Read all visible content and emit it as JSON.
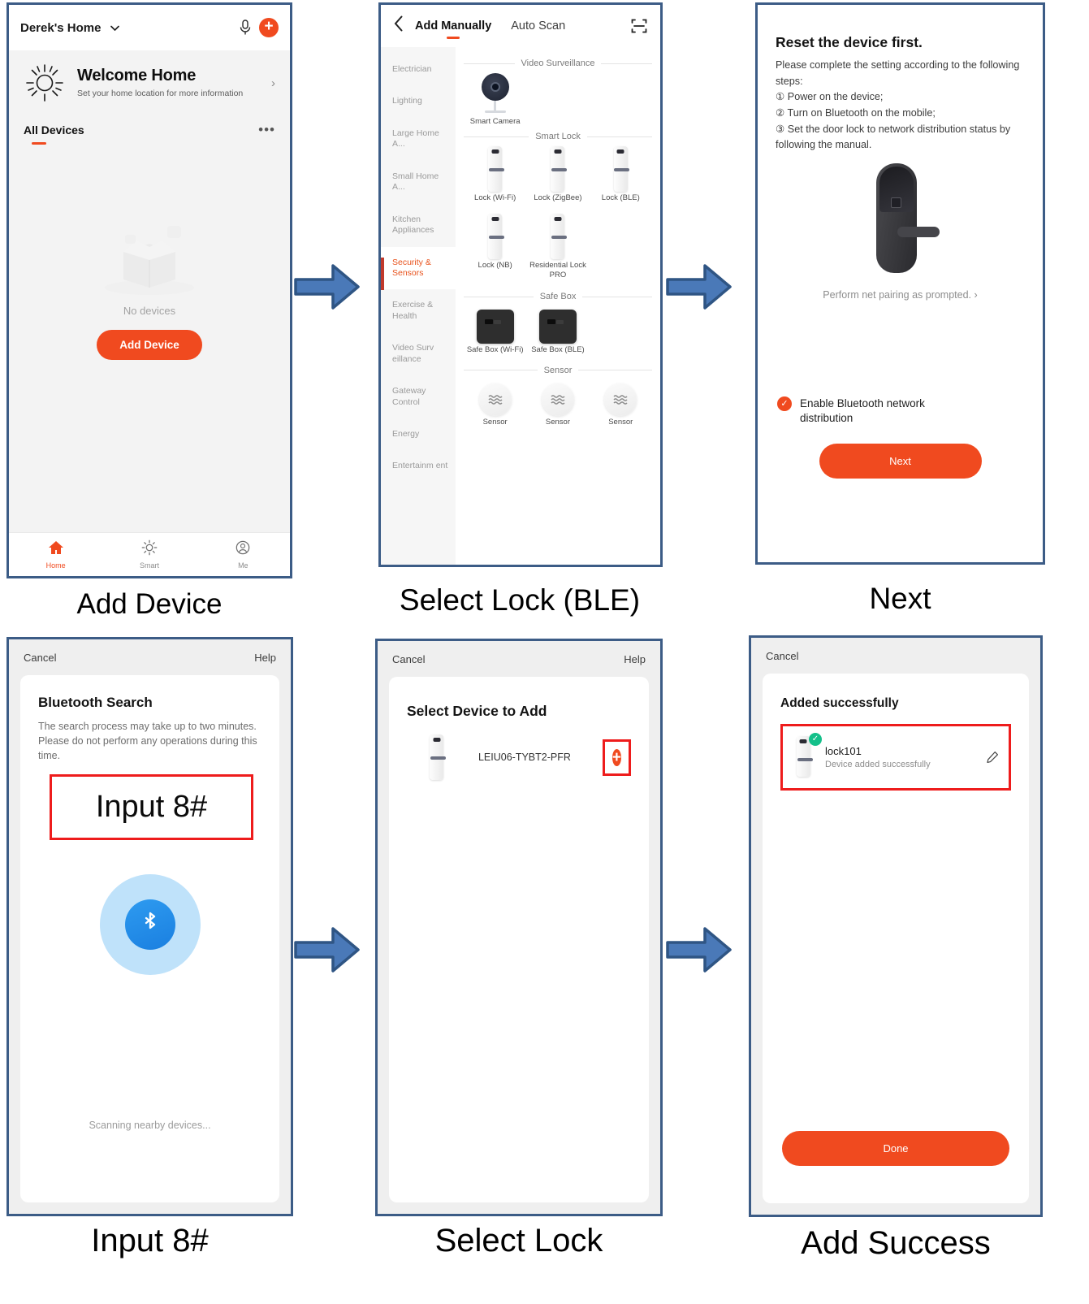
{
  "panels": {
    "home": {
      "caption": "Add Device",
      "topbar": {
        "home_name": "Derek's Home",
        "chevron": "⌄",
        "mic_icon": "mic-icon",
        "add_icon": "+"
      },
      "welcome": {
        "title": "Welcome Home",
        "subtitle": "Set your home location for more information",
        "chevron": "›"
      },
      "all_devices": {
        "label": "All Devices",
        "more": "•••"
      },
      "empty": {
        "text": "No devices",
        "button": "Add Device"
      },
      "nav": [
        {
          "label": "Home",
          "icon": "home-icon",
          "active": true
        },
        {
          "label": "Smart",
          "icon": "sun-icon",
          "active": false
        },
        {
          "label": "Me",
          "icon": "person-icon",
          "active": false
        }
      ]
    },
    "add_manually": {
      "caption": "Select Lock (BLE)",
      "topbar": {
        "back": "‹",
        "tab_manual": "Add Manually",
        "tab_auto": "Auto Scan",
        "scan_icon": "scan-frame-icon"
      },
      "categories": [
        {
          "label": "Electrician",
          "selected": false
        },
        {
          "label": "Lighting",
          "selected": false
        },
        {
          "label": "Large Home A...",
          "selected": false
        },
        {
          "label": "Small Home A...",
          "selected": false
        },
        {
          "label": "Kitchen Appliances",
          "selected": false
        },
        {
          "label": "Security & Sensors",
          "selected": true
        },
        {
          "label": "Exercise & Health",
          "selected": false
        },
        {
          "label": "Video Surv eillance",
          "selected": false
        },
        {
          "label": "Gateway Control",
          "selected": false
        },
        {
          "label": "Energy",
          "selected": false
        },
        {
          "label": "Entertainm ent",
          "selected": false
        }
      ],
      "sections": [
        {
          "title": "Video Surveillance",
          "items": [
            {
              "label": "Smart Camera",
              "art": "camera"
            }
          ]
        },
        {
          "title": "Smart Lock",
          "items": [
            {
              "label": "Lock (Wi-Fi)",
              "art": "lock"
            },
            {
              "label": "Lock (ZigBee)",
              "art": "lock"
            },
            {
              "label": "Lock (BLE)",
              "art": "lock"
            },
            {
              "label": "Lock (NB)",
              "art": "lock"
            },
            {
              "label": "Residential Lock PRO",
              "art": "lock"
            }
          ]
        },
        {
          "title": "Safe Box",
          "items": [
            {
              "label": "Safe Box (Wi-Fi)",
              "art": "safe"
            },
            {
              "label": "Safe Box (BLE)",
              "art": "safe"
            }
          ]
        },
        {
          "title": "Sensor",
          "items": [
            {
              "label": "Sensor",
              "art": "sensor"
            },
            {
              "label": "Sensor",
              "art": "sensor"
            },
            {
              "label": "Sensor",
              "art": "sensor"
            }
          ]
        }
      ]
    },
    "reset_device": {
      "caption": "Next",
      "title": "Reset the device first.",
      "body": "Please complete the setting according to the following steps:\n①  Power on the device;\n②  Turn on Bluetooth on the mobile;\n③  Set the door lock to network distribution status by following the manual.",
      "hint": "Perform net pairing as prompted.",
      "hint_chevron": "›",
      "checkbox": {
        "label": "Enable Bluetooth network distribution",
        "checked": true,
        "mark": "✓"
      },
      "button": "Next"
    },
    "bluetooth_search": {
      "caption": "Input 8#",
      "topbar": {
        "cancel": "Cancel",
        "help": "Help"
      },
      "title": "Bluetooth Search",
      "body": "The search process may take up to two minutes. Please do not perform any operations during this time.",
      "highlight_input": "Input 8#",
      "bluetooth_icon": "bluetooth-icon",
      "status": "Scanning nearby devices..."
    },
    "select_device": {
      "caption": "Select Lock",
      "topbar": {
        "cancel": "Cancel",
        "help": "Help"
      },
      "title": "Select Device to Add",
      "devices": [
        {
          "name": "LEIU06-TYBT2-PFR",
          "add_icon": "+"
        }
      ]
    },
    "add_success": {
      "caption": "Add Success",
      "topbar": {
        "cancel": "Cancel"
      },
      "title": "Added successfully",
      "device": {
        "name": "lock101",
        "status": "Device added successfully",
        "check_mark": "✓",
        "edit_icon": "pencil-icon"
      },
      "button": "Done"
    }
  },
  "flow_arrows": [
    {
      "name": "arrow-home-to-addmanually"
    },
    {
      "name": "arrow-addmanually-to-reset"
    },
    {
      "name": "arrow-bluetooth-to-selectdevice"
    },
    {
      "name": "arrow-selectdevice-to-success"
    }
  ],
  "colors": {
    "accent_orange": "#f04a1f",
    "panel_border_blue": "#3c5c86",
    "highlight_red": "#ee1c1c",
    "arrow_blue": "#3d6298",
    "success_green": "#14c08a",
    "bluetooth_blue": "#1a7fe0"
  }
}
